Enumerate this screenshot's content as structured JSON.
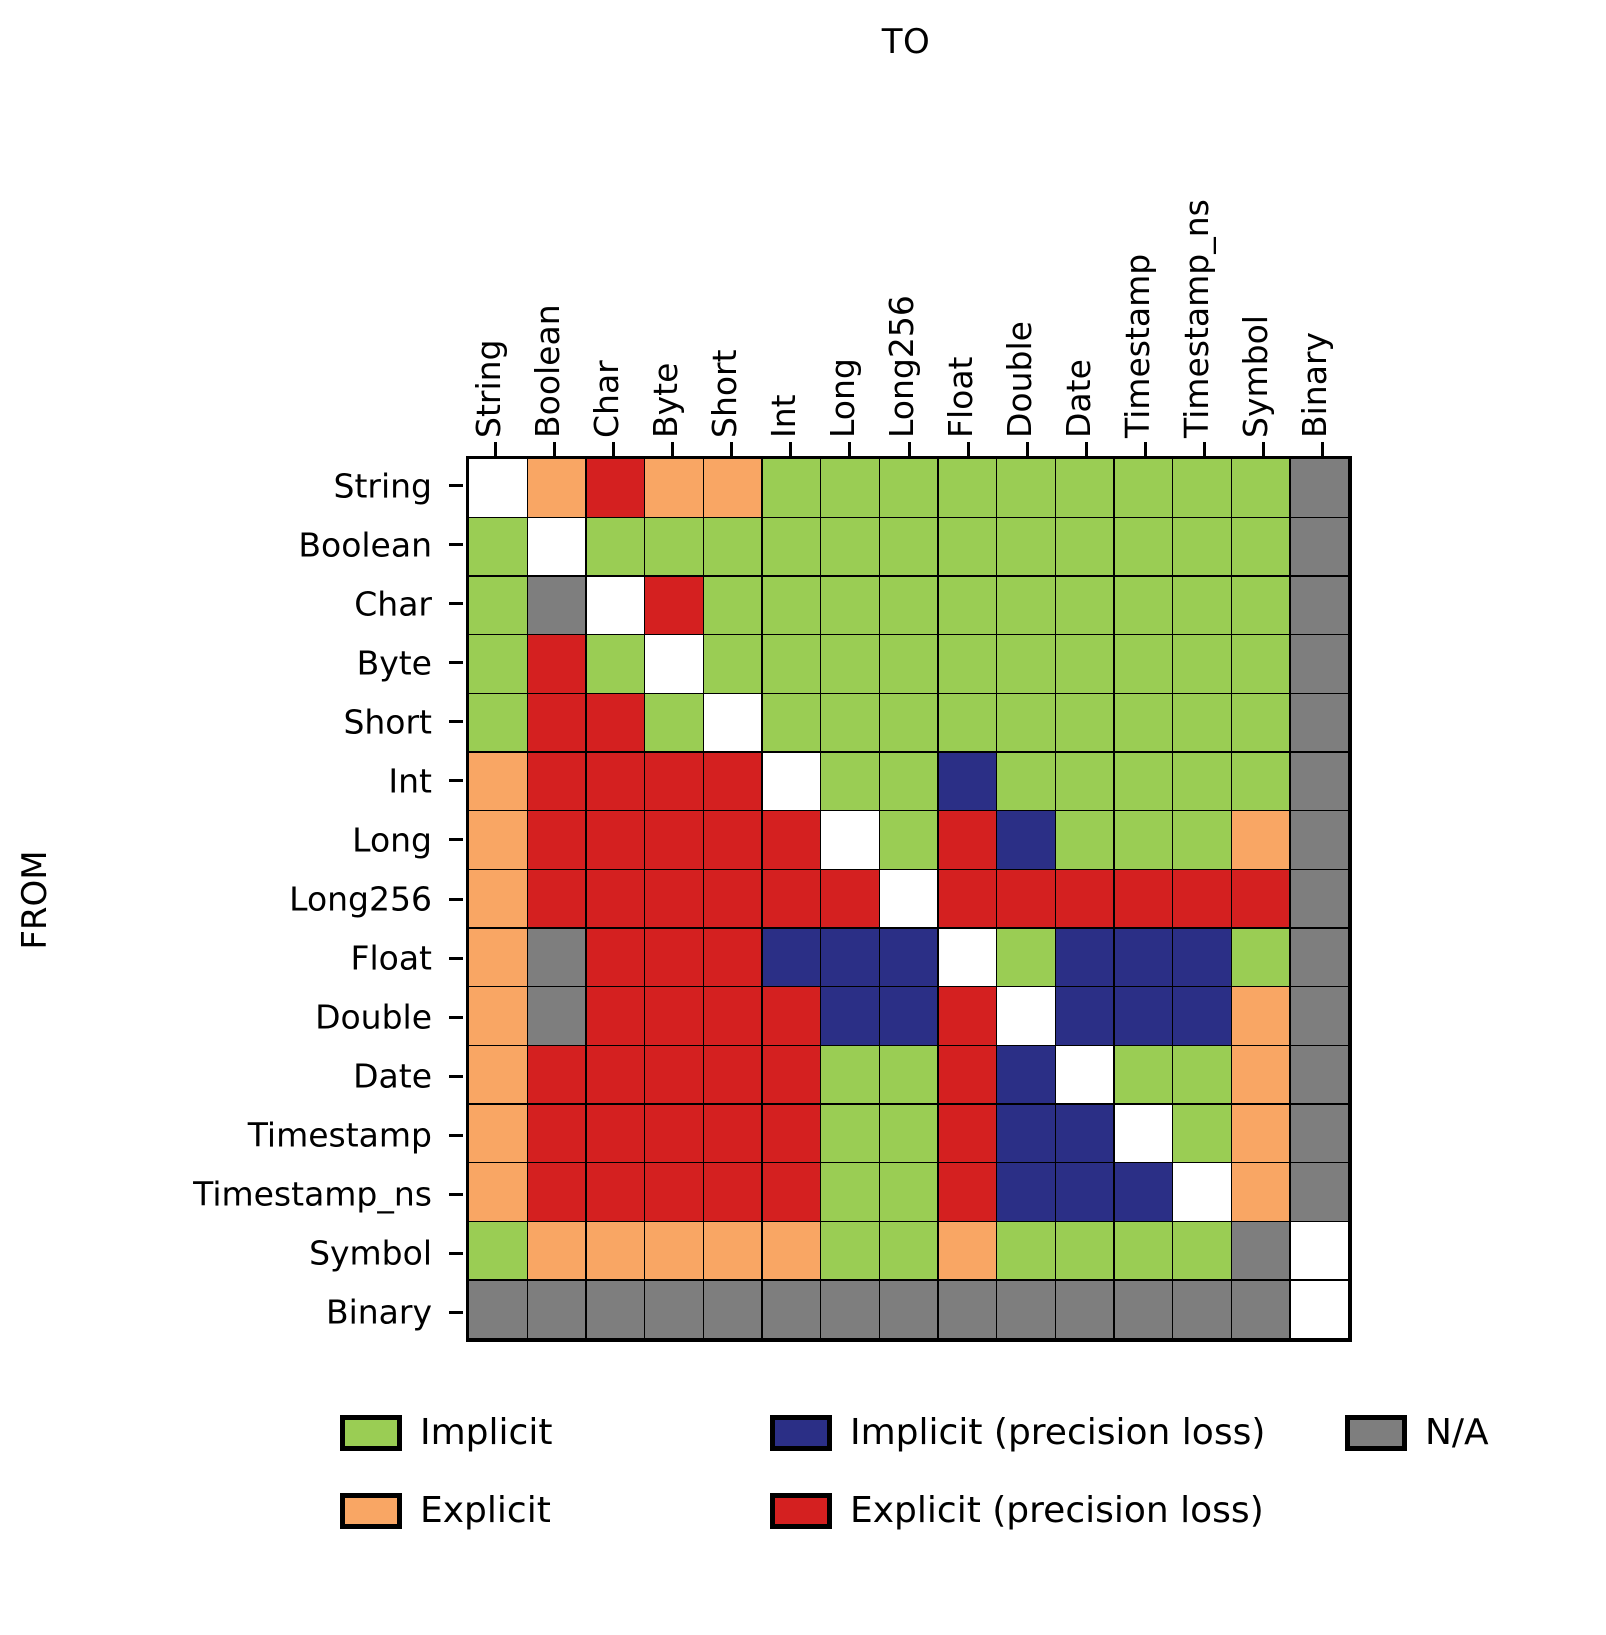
{
  "axis": {
    "to_label": "TO",
    "from_label": "FROM"
  },
  "chart_data": {
    "type": "heatmap",
    "title": "",
    "xlabel": "TO",
    "ylabel": "FROM",
    "grid": true,
    "legend_position": "bottom",
    "categories_x": [
      "String",
      "Boolean",
      "Char",
      "Byte",
      "Short",
      "Int",
      "Long",
      "Long256",
      "Float",
      "Double",
      "Date",
      "Timestamp",
      "Timestamp_ns",
      "Symbol",
      "Binary"
    ],
    "categories_y": [
      "String",
      "Boolean",
      "Char",
      "Byte",
      "Short",
      "Int",
      "Long",
      "Long256",
      "Float",
      "Double",
      "Date",
      "Timestamp",
      "Timestamp_ns",
      "Symbol",
      "Binary"
    ],
    "value_legend": [
      {
        "key": "implicit",
        "label": "Implicit",
        "color": "#9ACD54"
      },
      {
        "key": "implicit_loss",
        "label": "Implicit (precision loss)",
        "color": "#2B2F86"
      },
      {
        "key": "explicit",
        "label": "Explicit",
        "color": "#F9A664"
      },
      {
        "key": "explicit_loss",
        "label": "Explicit (precision loss)",
        "color": "#D42020"
      },
      {
        "key": "na",
        "label": "N/A",
        "color": "#7E7E7E"
      },
      {
        "key": "self",
        "label": "",
        "color": "#FFFFFF"
      }
    ],
    "rows": [
      {
        "from": "String",
        "values": [
          "self",
          "explicit",
          "explicit_loss",
          "explicit",
          "explicit",
          "implicit",
          "implicit",
          "implicit",
          "implicit",
          "implicit",
          "implicit",
          "implicit",
          "implicit",
          "implicit",
          "na"
        ]
      },
      {
        "from": "Boolean",
        "values": [
          "implicit",
          "self",
          "implicit",
          "implicit",
          "implicit",
          "implicit",
          "implicit",
          "implicit",
          "implicit",
          "implicit",
          "implicit",
          "implicit",
          "implicit",
          "implicit",
          "na"
        ]
      },
      {
        "from": "Char",
        "values": [
          "implicit",
          "na",
          "self",
          "explicit_loss",
          "implicit",
          "implicit",
          "implicit",
          "implicit",
          "implicit",
          "implicit",
          "implicit",
          "implicit",
          "implicit",
          "implicit",
          "na"
        ]
      },
      {
        "from": "Byte",
        "values": [
          "implicit",
          "explicit_loss",
          "implicit",
          "self",
          "implicit",
          "implicit",
          "implicit",
          "implicit",
          "implicit",
          "implicit",
          "implicit",
          "implicit",
          "implicit",
          "implicit",
          "na"
        ]
      },
      {
        "from": "Short",
        "values": [
          "implicit",
          "explicit_loss",
          "explicit_loss",
          "implicit",
          "self",
          "implicit",
          "implicit",
          "implicit",
          "implicit",
          "implicit",
          "implicit",
          "implicit",
          "implicit",
          "implicit",
          "na"
        ]
      },
      {
        "from": "Int",
        "values": [
          "explicit",
          "explicit_loss",
          "explicit_loss",
          "explicit_loss",
          "explicit_loss",
          "self",
          "implicit",
          "implicit",
          "implicit_loss",
          "implicit",
          "implicit",
          "implicit",
          "implicit",
          "implicit",
          "na"
        ]
      },
      {
        "from": "Long",
        "values": [
          "explicit",
          "explicit_loss",
          "explicit_loss",
          "explicit_loss",
          "explicit_loss",
          "explicit_loss",
          "self",
          "implicit",
          "explicit_loss",
          "implicit_loss",
          "implicit",
          "implicit",
          "implicit",
          "explicit",
          "na"
        ]
      },
      {
        "from": "Long256",
        "values": [
          "explicit",
          "explicit_loss",
          "explicit_loss",
          "explicit_loss",
          "explicit_loss",
          "explicit_loss",
          "explicit_loss",
          "self",
          "explicit_loss",
          "explicit_loss",
          "explicit_loss",
          "explicit_loss",
          "explicit_loss",
          "explicit_loss",
          "na"
        ]
      },
      {
        "from": "Float",
        "values": [
          "explicit",
          "na",
          "explicit_loss",
          "explicit_loss",
          "explicit_loss",
          "implicit_loss",
          "implicit_loss",
          "implicit_loss",
          "self",
          "implicit",
          "implicit_loss",
          "implicit_loss",
          "implicit_loss",
          "implicit",
          "na"
        ]
      },
      {
        "from": "Double",
        "values": [
          "explicit",
          "na",
          "explicit_loss",
          "explicit_loss",
          "explicit_loss",
          "explicit_loss",
          "implicit_loss",
          "implicit_loss",
          "explicit_loss",
          "self",
          "implicit_loss",
          "implicit_loss",
          "implicit_loss",
          "explicit",
          "na"
        ]
      },
      {
        "from": "Date",
        "values": [
          "explicit",
          "explicit_loss",
          "explicit_loss",
          "explicit_loss",
          "explicit_loss",
          "explicit_loss",
          "implicit",
          "implicit",
          "explicit_loss",
          "implicit_loss",
          "self",
          "implicit",
          "implicit",
          "explicit",
          "na"
        ]
      },
      {
        "from": "Timestamp",
        "values": [
          "explicit",
          "explicit_loss",
          "explicit_loss",
          "explicit_loss",
          "explicit_loss",
          "explicit_loss",
          "implicit",
          "implicit",
          "explicit_loss",
          "implicit_loss",
          "implicit_loss",
          "self",
          "implicit",
          "explicit",
          "na"
        ]
      },
      {
        "from": "Timestamp_ns",
        "values": [
          "explicit",
          "explicit_loss",
          "explicit_loss",
          "explicit_loss",
          "explicit_loss",
          "explicit_loss",
          "implicit",
          "implicit",
          "explicit_loss",
          "implicit_loss",
          "implicit_loss",
          "implicit_loss",
          "self",
          "explicit",
          "na"
        ]
      },
      {
        "from": "Symbol",
        "values": [
          "implicit",
          "explicit",
          "explicit",
          "explicit",
          "explicit",
          "explicit",
          "implicit",
          "implicit",
          "explicit",
          "implicit",
          "implicit",
          "implicit",
          "implicit",
          "na",
          "self"
        ]
      },
      {
        "from": "Binary",
        "values": [
          "na",
          "na",
          "na",
          "na",
          "na",
          "na",
          "na",
          "na",
          "na",
          "na",
          "na",
          "na",
          "na",
          "na",
          "self"
        ]
      }
    ]
  },
  "legend": {
    "items": [
      {
        "label": "Implicit",
        "color": "#9ACD54",
        "row": 0,
        "col": 0
      },
      {
        "label": "Implicit (precision loss)",
        "color": "#2B2F86",
        "row": 0,
        "col": 1
      },
      {
        "label": "N/A",
        "color": "#7E7E7E",
        "row": 0,
        "col": 2
      },
      {
        "label": "Explicit",
        "color": "#F9A664",
        "row": 1,
        "col": 0
      },
      {
        "label": "Explicit (precision loss)",
        "color": "#D42020",
        "row": 1,
        "col": 1
      }
    ]
  }
}
